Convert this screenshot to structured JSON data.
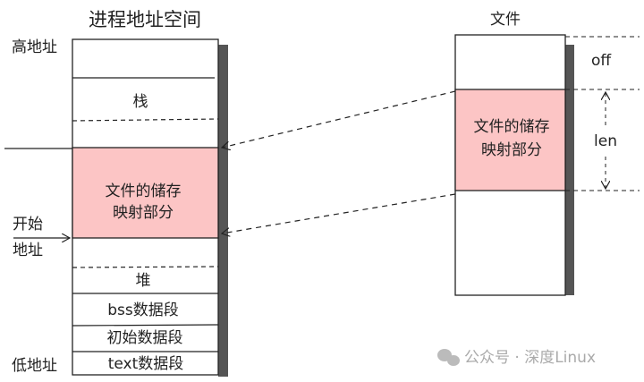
{
  "process_space": {
    "title": "进程地址空间",
    "high_address": "高地址",
    "low_address": "低地址",
    "start_address_line1": "开始",
    "start_address_line2": "地址",
    "segments": {
      "stack": "栈",
      "mapping_line1": "文件的储存",
      "mapping_line2": "映射部分",
      "heap": "堆",
      "bss": "bss数据段",
      "init_data": "初始数据段",
      "text": "text数据段"
    }
  },
  "file": {
    "title": "文件",
    "mapping_line1": "文件的储存",
    "mapping_line2": "映射部分",
    "off_label": "off",
    "len_label": "len"
  },
  "watermark": "公众号 · 深度Linux",
  "colors": {
    "mapping_fill": "#fcc5c5",
    "shadow": "#555555",
    "stroke": "#222222"
  }
}
